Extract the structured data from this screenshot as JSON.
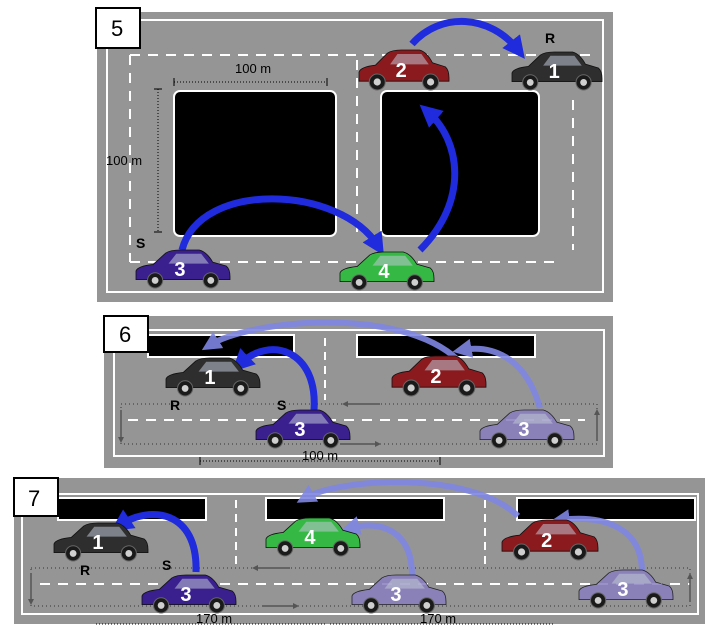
{
  "colors": {
    "asphalt": "#959595",
    "line": "#ffffff",
    "block": "#000000",
    "arrow": "#1f2bdc",
    "car_black": "#2e2e2e",
    "car_red": "#8a1a1e",
    "car_blue": "#3a1f8f",
    "car_green": "#35b944",
    "car_faded": "#8a7ec0"
  },
  "panels": [
    {
      "number": "5",
      "dist_horizontal": "100 m",
      "dist_vertical": "100 m",
      "tag_s": "S",
      "tag_r": "R",
      "cars": [
        {
          "label": "1",
          "color": "black"
        },
        {
          "label": "2",
          "color": "red"
        },
        {
          "label": "3",
          "color": "blue"
        },
        {
          "label": "4",
          "color": "green"
        }
      ]
    },
    {
      "number": "6",
      "dist_horizontal": "100 m",
      "tag_s": "S",
      "tag_r": "R",
      "cars": [
        {
          "label": "1",
          "color": "black"
        },
        {
          "label": "2",
          "color": "red"
        },
        {
          "label": "3",
          "color": "blue"
        },
        {
          "label": "3",
          "color": "faded"
        }
      ]
    },
    {
      "number": "7",
      "dist_left": "170 m",
      "dist_right": "170 m",
      "tag_s": "S",
      "tag_r": "R",
      "cars": [
        {
          "label": "1",
          "color": "black"
        },
        {
          "label": "4",
          "color": "green"
        },
        {
          "label": "2",
          "color": "red"
        },
        {
          "label": "3",
          "color": "blue"
        },
        {
          "label": "3",
          "color": "faded"
        },
        {
          "label": "3",
          "color": "faded"
        }
      ]
    }
  ]
}
